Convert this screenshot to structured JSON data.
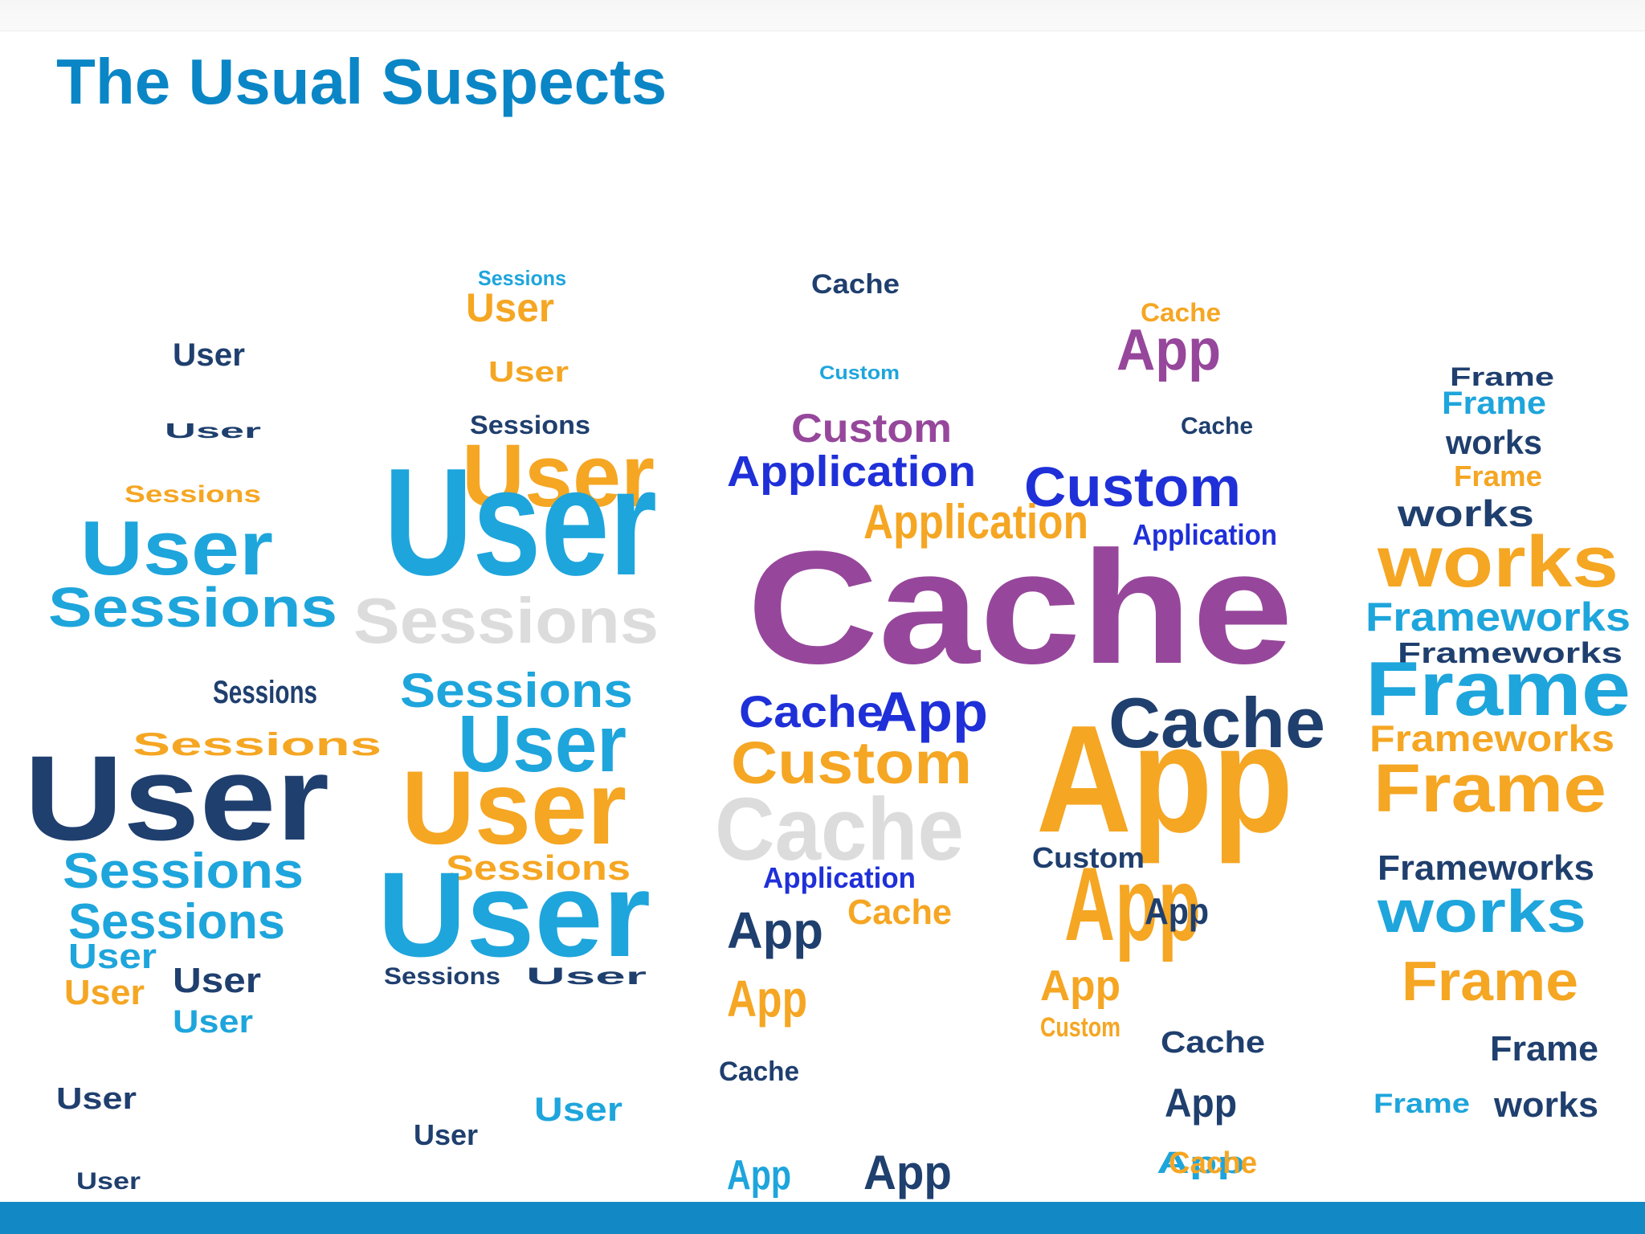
{
  "slide": {
    "title": "The Usual Suspects"
  },
  "colors": {
    "title": "#0a86c6",
    "bar": "#1289c4",
    "navy": "#1f3f6e",
    "cyan": "#1ea5dc",
    "orange": "#f5a623",
    "purple": "#96479b",
    "blue": "#1f30d8",
    "silver": "#dcdcdc"
  },
  "figures": [
    {
      "name": "figure-user-sessions-1",
      "words": [
        {
          "t": "User",
          "c": "navy"
        },
        {
          "t": "User",
          "c": "cyan"
        },
        {
          "t": "Sessions",
          "c": "cyan"
        },
        {
          "t": "Sessions",
          "c": "orange"
        },
        {
          "t": "User",
          "c": "navy"
        },
        {
          "t": "Sessions",
          "c": "navy"
        },
        {
          "t": "Sessions",
          "c": "orange"
        },
        {
          "t": "User",
          "c": "navy"
        },
        {
          "t": "Sessions",
          "c": "cyan"
        },
        {
          "t": "Sessions",
          "c": "cyan"
        },
        {
          "t": "User",
          "c": "cyan"
        },
        {
          "t": "User",
          "c": "navy"
        },
        {
          "t": "User",
          "c": "orange"
        },
        {
          "t": "User",
          "c": "cyan"
        },
        {
          "t": "User",
          "c": "navy"
        },
        {
          "t": "User",
          "c": "navy"
        }
      ]
    },
    {
      "name": "figure-user-sessions-2",
      "words": [
        {
          "t": "Sessions",
          "c": "cyan"
        },
        {
          "t": "User",
          "c": "orange"
        },
        {
          "t": "User",
          "c": "orange"
        },
        {
          "t": "Sessions",
          "c": "navy"
        },
        {
          "t": "User",
          "c": "orange"
        },
        {
          "t": "User",
          "c": "cyan"
        },
        {
          "t": "Sessions",
          "c": "silver"
        },
        {
          "t": "Sessions",
          "c": "cyan"
        },
        {
          "t": "User",
          "c": "cyan"
        },
        {
          "t": "User",
          "c": "orange"
        },
        {
          "t": "Sessions",
          "c": "orange"
        },
        {
          "t": "User",
          "c": "cyan"
        },
        {
          "t": "Sessions",
          "c": "navy"
        },
        {
          "t": "User",
          "c": "navy"
        },
        {
          "t": "User",
          "c": "cyan"
        },
        {
          "t": "User",
          "c": "navy"
        }
      ]
    },
    {
      "name": "figure-cache-custom-app",
      "words": [
        {
          "t": "Cache",
          "c": "navy"
        },
        {
          "t": "Custom",
          "c": "cyan"
        },
        {
          "t": "Custom",
          "c": "purple"
        },
        {
          "t": "Application",
          "c": "blue"
        },
        {
          "t": "Application",
          "c": "orange"
        },
        {
          "t": "Cache",
          "c": "purple"
        },
        {
          "t": "Cache",
          "c": "blue"
        },
        {
          "t": "App",
          "c": "blue"
        },
        {
          "t": "Custom",
          "c": "orange"
        },
        {
          "t": "Cache",
          "c": "silver"
        },
        {
          "t": "Application",
          "c": "blue"
        },
        {
          "t": "App",
          "c": "navy"
        },
        {
          "t": "Cache",
          "c": "orange"
        },
        {
          "t": "App",
          "c": "orange"
        },
        {
          "t": "Cache",
          "c": "navy"
        },
        {
          "t": "App",
          "c": "cyan"
        },
        {
          "t": "App",
          "c": "navy"
        }
      ]
    },
    {
      "name": "figure-app-custom-cache",
      "words": [
        {
          "t": "Cache",
          "c": "orange"
        },
        {
          "t": "App",
          "c": "purple"
        },
        {
          "t": "Cache",
          "c": "navy"
        },
        {
          "t": "Custom",
          "c": "blue"
        },
        {
          "t": "Application",
          "c": "blue"
        },
        {
          "t": "Cache",
          "c": "navy"
        },
        {
          "t": "App",
          "c": "orange"
        },
        {
          "t": "Custom",
          "c": "navy"
        },
        {
          "t": "App",
          "c": "orange"
        },
        {
          "t": "App",
          "c": "navy"
        },
        {
          "t": "App",
          "c": "orange"
        },
        {
          "t": "Cache",
          "c": "navy"
        },
        {
          "t": "App",
          "c": "navy"
        },
        {
          "t": "App",
          "c": "cyan"
        },
        {
          "t": "Custom",
          "c": "orange"
        },
        {
          "t": "Cache",
          "c": "orange"
        }
      ]
    },
    {
      "name": "figure-frameworks",
      "words": [
        {
          "t": "Frame",
          "c": "navy"
        },
        {
          "t": "Frame",
          "c": "cyan"
        },
        {
          "t": "works",
          "c": "navy"
        },
        {
          "t": "Frame",
          "c": "orange"
        },
        {
          "t": "works",
          "c": "navy"
        },
        {
          "t": "works",
          "c": "orange"
        },
        {
          "t": "Frameworks",
          "c": "cyan"
        },
        {
          "t": "Frameworks",
          "c": "navy"
        },
        {
          "t": "Frame",
          "c": "cyan"
        },
        {
          "t": "Frameworks",
          "c": "orange"
        },
        {
          "t": "Frame",
          "c": "orange"
        },
        {
          "t": "Frameworks",
          "c": "navy"
        },
        {
          "t": "works",
          "c": "cyan"
        },
        {
          "t": "Frame",
          "c": "orange"
        },
        {
          "t": "Frame",
          "c": "navy"
        },
        {
          "t": "works",
          "c": "navy"
        },
        {
          "t": "Frame",
          "c": "cyan"
        }
      ]
    }
  ]
}
